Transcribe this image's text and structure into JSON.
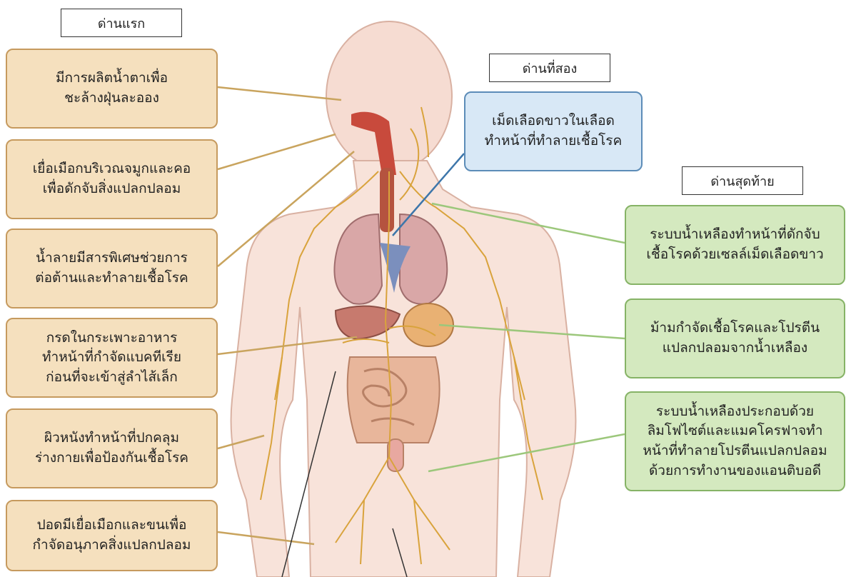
{
  "headings": {
    "first": "ด่านแรก",
    "second": "ด่านที่สอง",
    "last": "ด่านสุดท้าย"
  },
  "first_line": [
    "มีการผลิตน้ำตาเพื่อ\nชะล้างฝุ่นละออง",
    "เยื่อเมือกบริเวณจมูกและคอ\nเพื่อดักจับสิ่งแปลกปลอม",
    "น้ำลายมีสารพิเศษช่วยการ\nต่อต้านและทำลายเชื้อโรค",
    "กรดในกระเพาะอาหาร\nทำหน้าที่กำจัดแบคทีเรีย\nก่อนที่จะเข้าสู่ลำไส้เล็ก",
    "ผิวหนังทำหน้าที่ปกคลุม\nร่างกายเพื่อป้องกันเชื้อโรค",
    "ปอดมีเยื่อเมือกและขนเพื่อ\nกำจัดอนุภาคสิ่งแปลกปลอม"
  ],
  "second_line": [
    "เม็ดเลือดขาวในเลือด\nทำหน้าที่ทำลายเชื้อโรค"
  ],
  "last_line": [
    "ระบบน้ำเหลืองทำหน้าที่ดักจับ\nเชื้อโรคด้วยเซลล์เม็ดเลือดขาว",
    "ม้ามกำจัดเชื้อโรคและโปรตีน\nแปลกปลอมจากน้ำเหลือง",
    "ระบบน้ำเหลืองประกอบด้วย\nลิมโฟไซต์และแมคโครฟาจทำ\nหน้าที่ทำลายโปรตีนแปลกปลอม\nด้วยการทำงานของแอนติบอดี"
  ],
  "colors": {
    "first_line_fill": "#f5e0be",
    "second_line_fill": "#d8e8f6",
    "last_line_fill": "#d4e9bf"
  }
}
